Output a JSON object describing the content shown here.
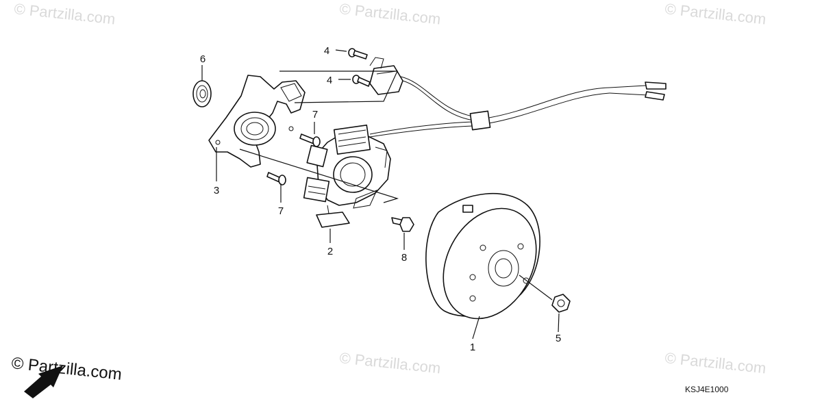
{
  "watermarks": [
    "© Partzilla.com",
    "© Partzilla.com",
    "© Partzilla.com",
    "© Partzilla.com",
    "© Partzilla.com"
  ],
  "copyright_mark": "© Partzilla.com",
  "diagram_code": "KSJ4E1000",
  "callouts": {
    "part1": "1",
    "part2": "2",
    "part3": "3",
    "part4a": "4",
    "part4b": "4",
    "part5": "5",
    "part6": "6",
    "part7a": "7",
    "part7b": "7",
    "part8": "8"
  },
  "icons": {
    "direction_arrow": "front-arrow-icon"
  },
  "colors": {
    "line": "#111111",
    "watermark": "#d9d9d9",
    "background": "#ffffff"
  }
}
